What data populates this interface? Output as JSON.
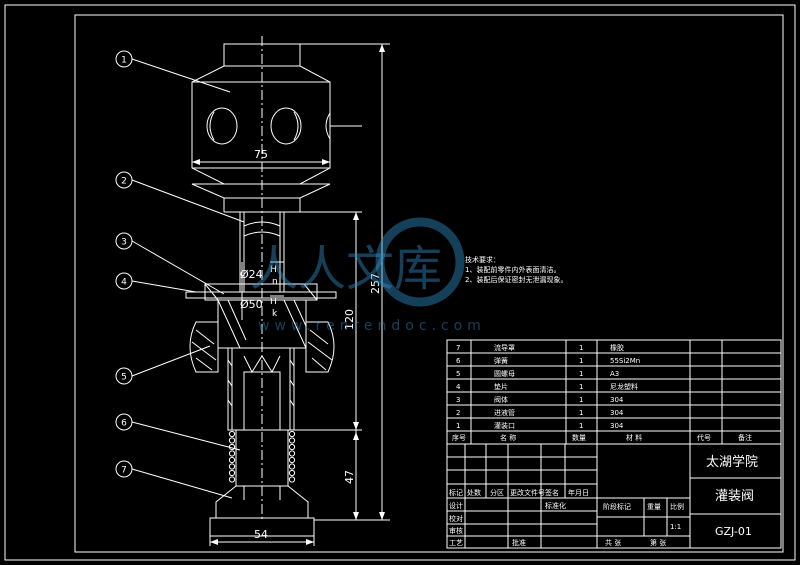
{
  "drawing": {
    "balloons": [
      "1",
      "2",
      "3",
      "4",
      "5",
      "6",
      "7"
    ],
    "dimensions": {
      "width_top": "75",
      "height_total": "257",
      "height_mid": "120",
      "height_bottom": "47",
      "width_bottom": "54",
      "dia_small": "Ø24",
      "dia_large": "Ø50",
      "fit_1": "H",
      "fit_1b": "n",
      "fit_2": "H",
      "fit_2b": "k"
    },
    "tech_requirements": {
      "title": "技术要求：",
      "line1": "1、装配前零件内外表面清洁。",
      "line2": "2、装配后保证密封无泄漏现象。"
    }
  },
  "bom": {
    "rows": [
      {
        "no": "7",
        "name": "流导罩",
        "qty": "1",
        "material": "橡胶"
      },
      {
        "no": "6",
        "name": "弹簧",
        "qty": "1",
        "material": "55Si2Mn"
      },
      {
        "no": "5",
        "name": "圆螺母",
        "qty": "1",
        "material": "A3"
      },
      {
        "no": "4",
        "name": "垫片",
        "qty": "1",
        "material": "尼龙塑料"
      },
      {
        "no": "3",
        "name": "阀体",
        "qty": "1",
        "material": "304"
      },
      {
        "no": "2",
        "name": "进液管",
        "qty": "1",
        "material": "304"
      },
      {
        "no": "1",
        "name": "灌装口",
        "qty": "1",
        "material": "304"
      }
    ],
    "header": {
      "no": "序号",
      "name": "名  称",
      "qty": "数量",
      "material": "材  料",
      "code": "代号",
      "remark": "备注"
    }
  },
  "title_block": {
    "school": "太湖学院",
    "drawing_name": "灌装阀",
    "drawing_no": "GZJ-01",
    "scale": "1:1",
    "labels_left": {
      "mark": "标记",
      "count": "处数",
      "zone": "分区",
      "doc_no": "更改文件号",
      "sign": "签名",
      "date": "年月日",
      "design": "设计",
      "standardize": "标准化",
      "proofread": "校对",
      "review": "审核",
      "craft": "工艺",
      "approve": "批准"
    },
    "labels_right": {
      "stage": "阶段标记",
      "weight": "重量",
      "ratio": "比例",
      "total_sheets": "共  张",
      "sheet": "第  张"
    }
  },
  "watermark": {
    "brand": "人人文库",
    "url": "www.renrendoc.com"
  },
  "colors": {
    "background": "#000000",
    "lines": "#ffffff",
    "watermark": "#2f8fc7"
  }
}
